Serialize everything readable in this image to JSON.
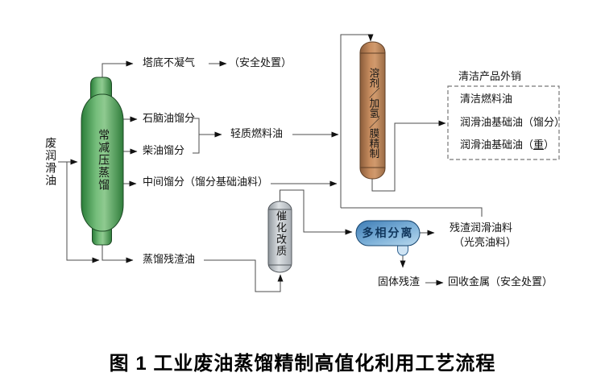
{
  "diagram": {
    "caption": "图 1 工业废油蒸馏精制高值化利用工艺流程",
    "feed_label": "废润滑油",
    "vessels": {
      "distillation_column": "常减压蒸馏",
      "refining_column": "溶剂╱加氢╱膜精制",
      "catalytic_upgrading": "催化改质",
      "multiphase_separator": "多相分离"
    },
    "streams": {
      "top_gas": "塔底不凝气",
      "top_gas_disposal": "（安全处置）",
      "naphtha": "石脑油馏分",
      "diesel": "柴油馏分",
      "light_fuel_oil": "轻质燃料油",
      "middle_distillate": "中间馏分（馏分基础油料）",
      "distillation_residue": "蒸馏残渣油",
      "residual_lube": "残渣润滑油料",
      "residual_lube_note": "（光亮油料）",
      "solid_residue": "固体残渣",
      "metal_recovery": "回收金属（安全处置）"
    },
    "products_box": {
      "header": "清洁产品外销",
      "item1": "清洁燃料油",
      "item2": "润滑油基础油（馏分）",
      "item3_prefix": "润滑油基础油（",
      "item3_underlined": "重",
      "item3_suffix": "）"
    },
    "colors": {
      "vessel_green": "#3d9049",
      "vessel_tan": "#c98e60",
      "vessel_grey": "#c9cdd1",
      "separator_blue": "#5b9bcd",
      "flow_line": "#4c4c4c",
      "text": "#141414"
    }
  }
}
